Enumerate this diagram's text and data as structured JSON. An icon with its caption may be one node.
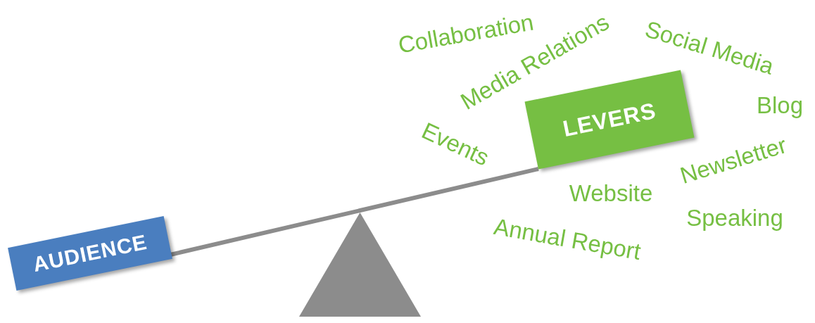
{
  "diagram": {
    "nodes": [
      {
        "text": [
          "AUDIENCE"
        ]
      },
      {
        "text": [
          "LEVERS"
        ]
      },
      {
        "text": [],
        "shape": "triangle"
      }
    ],
    "edges": [
      {
        "from": 0,
        "to": 1,
        "arrow": "none"
      }
    ],
    "labels": [
      "Collaboration",
      "Media Relations",
      "Social Media",
      "Blog",
      "Events",
      "Newsletter",
      "Website",
      "Speaking",
      "Annual Report"
    ]
  }
}
